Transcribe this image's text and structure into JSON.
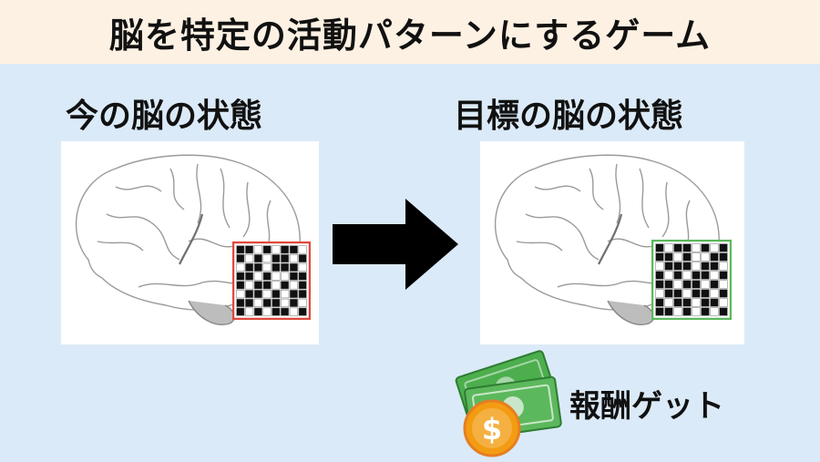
{
  "header": {
    "title": "脳を特定の活動パターンにするゲーム"
  },
  "current": {
    "label": "今の脳の状態",
    "grid_color": "#e0483c",
    "pattern": [
      "11010110",
      "10101101",
      "01101110",
      "11010011",
      "10110101",
      "01101011",
      "11011010",
      "10101101"
    ]
  },
  "target": {
    "label": "目標の脳の状態",
    "grid_color": "#5cb85c",
    "pattern": [
      "10110101",
      "11010011",
      "01110110",
      "10101101",
      "11011010",
      "01101101",
      "10110110",
      "11010101"
    ]
  },
  "arrow": {
    "icon": "right-arrow-icon",
    "color": "#000000"
  },
  "reward": {
    "label": "報酬ゲット",
    "icon": "money-icon",
    "coin_symbol": "$",
    "bill_color": "#5cb85c",
    "coin_color": "#f39c12"
  }
}
